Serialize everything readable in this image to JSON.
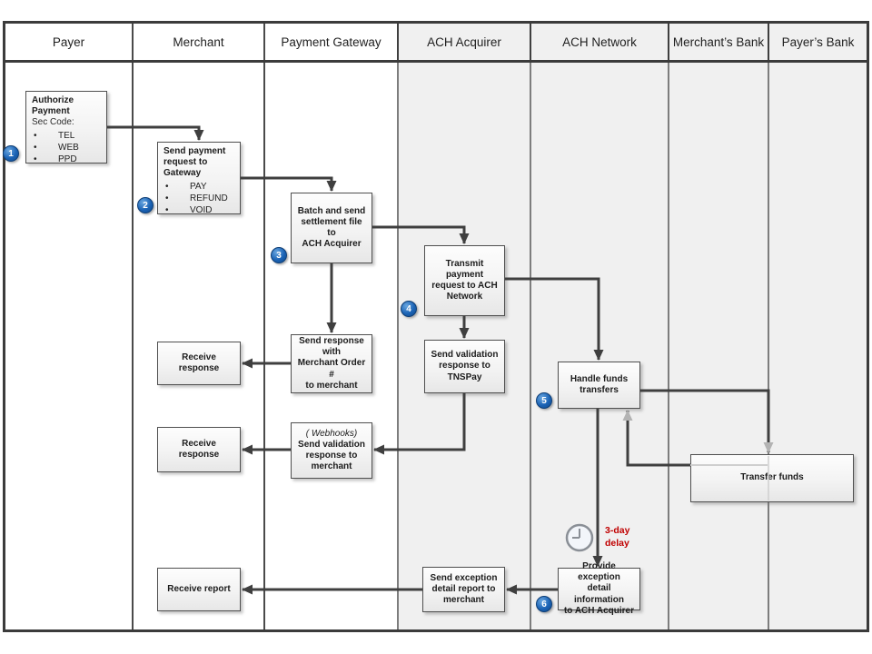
{
  "lanes": [
    "Payer",
    "Merchant",
    "Payment Gateway",
    "ACH Acquirer",
    "ACH Network",
    "Merchant’s Bank",
    "Payer’s Bank"
  ],
  "nodes": {
    "authorize": {
      "title": "Authorize\nPayment",
      "subtitle": "Sec Code:",
      "bullets": [
        "TEL",
        "WEB",
        "PPD"
      ]
    },
    "send_payment_request": {
      "title": "Send payment\nrequest to\nGateway",
      "bullets": [
        "PAY",
        "REFUND",
        "VOID"
      ]
    },
    "batch_settlement": {
      "label": "Batch and send\nsettlement file to\nACH Acquirer"
    },
    "transmit_payment": {
      "label": "Transmit payment\nrequest to ACH\nNetwork"
    },
    "send_validation_tnspay": {
      "label": "Send validation\nresponse to\nTNSPay"
    },
    "handle_funds": {
      "label": "Handle funds\ntransfers"
    },
    "send_response_order": {
      "label": "Send response\nwith\nMerchant Order #\nto merchant"
    },
    "receive_response_1": {
      "label": "Receive response"
    },
    "webhooks_validation": {
      "note": "( Webhooks)",
      "label": "Send validation\nresponse to\nmerchant"
    },
    "receive_response_2": {
      "label": "Receive response"
    },
    "transfer_funds": {
      "label": "Transfer funds"
    },
    "provide_exception": {
      "label": "Provide exception\ndetail information\nto ACH Acquirer"
    },
    "send_exception_report": {
      "label": "Send exception\ndetail report to\nmerchant"
    },
    "receive_report": {
      "label": "Receive report"
    }
  },
  "steps": [
    "1",
    "2",
    "3",
    "4",
    "5",
    "6"
  ],
  "annotations": {
    "delay": "3-day delay"
  },
  "icons": {
    "clock": "clock-icon"
  },
  "colors": {
    "step_badge": "#1b63b5",
    "delay_text": "#c00000",
    "connector": "#3f3f3f",
    "gray_arrow": "#b3b3b3",
    "lane_shade": "#f0f0f0",
    "frame_border": "#3b3b3b"
  }
}
